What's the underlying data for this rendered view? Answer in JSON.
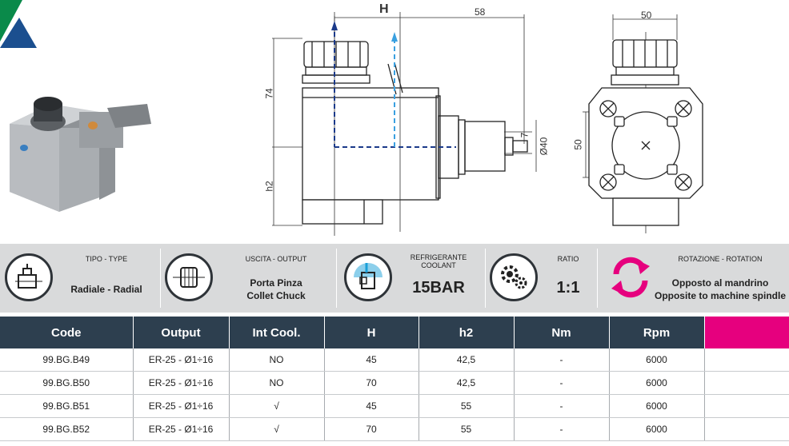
{
  "drawing": {
    "dim_h": "H",
    "dim_58": "58",
    "dim_74": "74",
    "dim_h2": "h2",
    "dim_7": "7",
    "dim_d40": "Ø40",
    "dim_50_top": "50",
    "dim_50_side": "50"
  },
  "specs": {
    "type": {
      "label": "TIPO - TYPE",
      "value": "Radiale - Radial"
    },
    "output": {
      "label": "USCITA - OUTPUT",
      "value_1": "Porta Pinza",
      "value_2": "Collet Chuck"
    },
    "coolant": {
      "label_1": "REFRIGERANTE",
      "label_2": "COOLANT",
      "value": "15BAR"
    },
    "ratio": {
      "label": "RATIO",
      "value": "1:1"
    },
    "rotation": {
      "label": "ROTAZIONE - ROTATION",
      "value_1": "Opposto al mandrino",
      "value_2": "Opposite to machine spindle"
    }
  },
  "table": {
    "headers": [
      "Code",
      "Output",
      "Int Cool.",
      "H",
      "h2",
      "Nm",
      "Rpm"
    ],
    "rows": [
      [
        "99.BG.B49",
        "ER-25 - Ø1÷16",
        "NO",
        "45",
        "42,5",
        "-",
        "6000"
      ],
      [
        "99.BG.B50",
        "ER-25 - Ø1÷16",
        "NO",
        "70",
        "42,5",
        "-",
        "6000"
      ],
      [
        "99.BG.B51",
        "ER-25 - Ø1÷16",
        "√",
        "45",
        "55",
        "-",
        "6000"
      ],
      [
        "99.BG.B52",
        "ER-25 - Ø1÷16",
        "√",
        "70",
        "55",
        "-",
        "6000"
      ]
    ]
  },
  "colors": {
    "header_bg": "#2d3f4f",
    "accent_pink": "#e6007e",
    "coolant_blue": "#1a9fd8",
    "logo_green": "#0a8a4a",
    "logo_blue": "#1b4f8f"
  }
}
